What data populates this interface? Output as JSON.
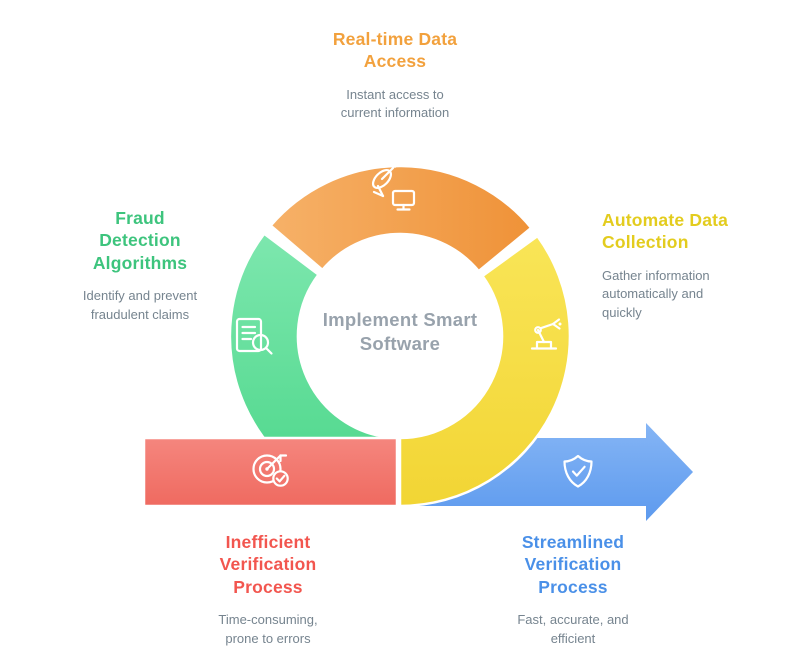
{
  "diagram": {
    "center_label": "Implement Smart\nSoftware",
    "nodes": {
      "top": {
        "title": "Real-time Data\nAccess",
        "subtitle": "Instant access to\ncurrent information",
        "icon": "satellite-dish-monitor",
        "color": "#F2A13D"
      },
      "left": {
        "title": "Fraud\nDetection\nAlgorithms",
        "subtitle": "Identify and prevent\nfraudulent claims",
        "icon": "document-magnifier",
        "color": "#3DC47D"
      },
      "right": {
        "title": "Automate Data\nCollection",
        "subtitle": "Gather information\nautomatically and\nquickly",
        "icon": "robot-arm",
        "color": "#E3CC1E"
      },
      "bottom_left": {
        "title": "Inefficient\nVerification\nProcess",
        "subtitle": "Time-consuming,\nprone to errors",
        "icon": "target-arrow-check",
        "color": "#F2564F"
      },
      "bottom_right": {
        "title": "Streamlined\nVerification\nProcess",
        "subtitle": "Fast, accurate, and\nefficient",
        "icon": "shield-check",
        "color": "#4A90E8"
      }
    },
    "colors": {
      "orange_light": "#F6B168",
      "orange_dark": "#EF9238",
      "green_light": "#7DE7AE",
      "green_dark": "#4BD689",
      "yellow_light": "#F9E557",
      "yellow_dark": "#F2D534",
      "red_light": "#F5867E",
      "red_dark": "#EF6A60",
      "red_mid": "#F2766D",
      "blue_light": "#85B5F5",
      "blue_dark": "#5D9AEE",
      "center_text": "#98A2AC",
      "subtitle_text": "#76848F",
      "icon_stroke": "#FFFFFF"
    }
  }
}
